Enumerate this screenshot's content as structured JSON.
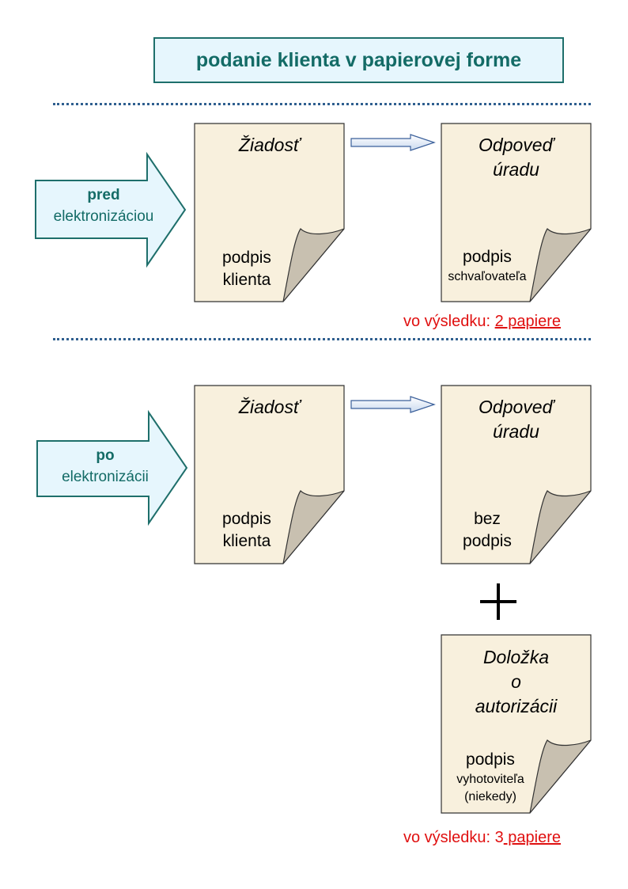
{
  "title": "podanie klienta v papierovej forme",
  "sections": [
    {
      "arrow": {
        "bold": "pred",
        "text": "elektronizáciou"
      },
      "docs": [
        {
          "title": [
            "Žiadosť"
          ],
          "signature": [
            "podpis",
            "klienta"
          ]
        },
        {
          "title": [
            "Odpoveď",
            "úradu"
          ],
          "signature": [
            "podpis"
          ],
          "signature_small": [
            "schvaľovateľa"
          ]
        }
      ],
      "result": {
        "prefix": "vo výsledku: ",
        "underlined": "2 papiere"
      }
    },
    {
      "arrow": {
        "bold": "po",
        "text": "elektronizácii"
      },
      "docs": [
        {
          "title": [
            "Žiadosť"
          ],
          "signature": [
            "podpis",
            "klienta"
          ]
        },
        {
          "title": [
            "Odpoveď",
            "úradu"
          ],
          "signature": [
            "bez",
            "podpis"
          ]
        },
        {
          "title": [
            "Doložka",
            "o",
            "autorizácii"
          ],
          "signature": [
            "podpis"
          ],
          "signature_small": [
            "vyhotoviteľa",
            "(niekedy)"
          ]
        }
      ],
      "result": {
        "prefix": "vo výsledku: 3",
        "underlined": " papiere"
      }
    }
  ],
  "plus_sign": "+",
  "colors": {
    "teal": "#136b66",
    "arrow_fill": "#e6f6fd",
    "paper_fill": "#f8f0dd",
    "paper_fold": "#c8c0b0",
    "result_red": "#e01010",
    "divider": "#2f5f8f"
  },
  "icons": [
    "big-arrow-icon",
    "document-icon",
    "small-arrow-icon",
    "plus-icon"
  ]
}
